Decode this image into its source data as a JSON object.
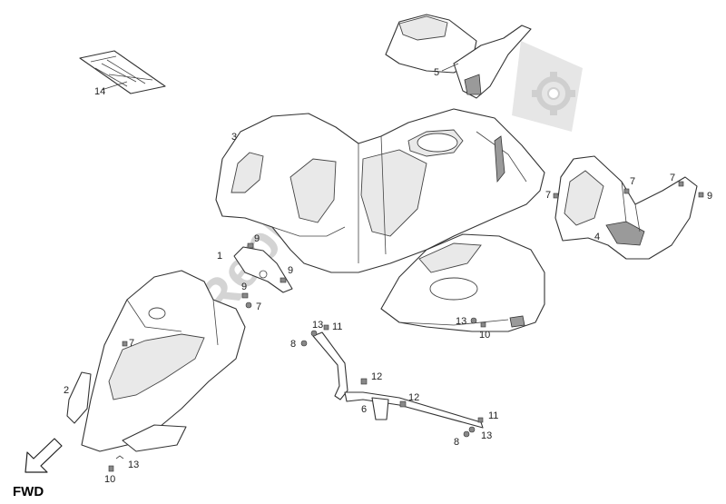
{
  "fwd_label": "FWD",
  "watermark": "PartsRepublik",
  "callouts": [
    {
      "id": "c14",
      "text": "14"
    },
    {
      "id": "c5",
      "text": "5"
    },
    {
      "id": "c3",
      "text": "3"
    },
    {
      "id": "c9a",
      "text": "9"
    },
    {
      "id": "c1",
      "text": "1"
    },
    {
      "id": "c9b",
      "text": "9"
    },
    {
      "id": "c9c",
      "text": "9"
    },
    {
      "id": "c7a",
      "text": "7"
    },
    {
      "id": "c7b",
      "text": "7"
    },
    {
      "id": "c2",
      "text": "2"
    },
    {
      "id": "c10a",
      "text": "10"
    },
    {
      "id": "c13a",
      "text": "13"
    },
    {
      "id": "c13b",
      "text": "13"
    },
    {
      "id": "c11a",
      "text": "11"
    },
    {
      "id": "c8a",
      "text": "8"
    },
    {
      "id": "c12a",
      "text": "12"
    },
    {
      "id": "c12b",
      "text": "12"
    },
    {
      "id": "c6",
      "text": "6"
    },
    {
      "id": "c11b",
      "text": "11"
    },
    {
      "id": "c8b",
      "text": "8"
    },
    {
      "id": "c13c",
      "text": "13"
    },
    {
      "id": "c13d",
      "text": "13"
    },
    {
      "id": "c10b",
      "text": "10"
    },
    {
      "id": "c7c",
      "text": "7"
    },
    {
      "id": "c7d",
      "text": "7"
    },
    {
      "id": "c7e",
      "text": "7"
    },
    {
      "id": "c9d",
      "text": "9"
    },
    {
      "id": "c4",
      "text": "4"
    }
  ]
}
